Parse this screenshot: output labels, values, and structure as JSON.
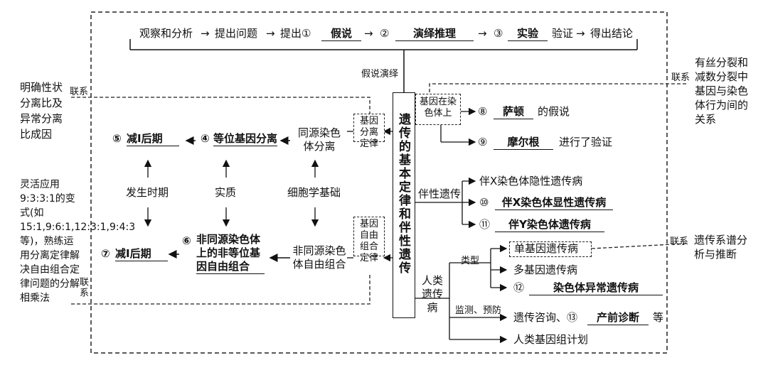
{
  "top_flow": {
    "step1": "观察和分析",
    "arrow": "→",
    "step2": "提出问题",
    "step3": "提出①",
    "blank1": "假说",
    "step4": "②",
    "blank2": "演绎推理",
    "step5": "③",
    "blank3": "实验",
    "step6": "验证",
    "step7": "得出结论"
  },
  "method_label": "假说演绎",
  "center_title": "遗传的基本定律和伴性遗传",
  "left_boxes": {
    "separation_law": "基因分离定律",
    "free_combination_law": "基因自由组合定律"
  },
  "separation": {
    "cell_basis": "同源染色体分离",
    "essence_num": "④",
    "essence": "等位基因分离",
    "period_num": "⑤",
    "period": "减Ⅰ后期"
  },
  "free_combination": {
    "cell_basis": "非同源染色体自由组合",
    "essence_num": "⑥",
    "essence": "非同源染色体上的非等位基因自由组合",
    "period_num": "⑦",
    "period": "减Ⅰ后期"
  },
  "mid_labels": {
    "timing": "发生时期",
    "essence": "实质",
    "cell_basis": "细胞学基础"
  },
  "left_notes": {
    "note1": "明确性状分离比及异常分离比成因",
    "note1_link": "联系",
    "note2": "灵活应用9:3:3:1的变式(如15:1,9:6:1,12:3:1,9:4:3等)，熟练运用分离定律解决自由组合定律问题的分解相乘法",
    "note2_link": "联系"
  },
  "gene_on_chromosome": {
    "box": "基因在染色体上",
    "num8": "⑧",
    "person1": "萨顿",
    "text8": "的假说",
    "num9": "⑨",
    "person2": "摩尔根",
    "text9": "进行了验证"
  },
  "right_notes": {
    "note1_link": "联系",
    "note1": "有丝分裂和减数分裂中基因与染色体行为间的关系",
    "note2_link": "联系",
    "note2": "遗传系谱分析与推断"
  },
  "sex_linked": {
    "label": "伴性遗传",
    "item1": "伴X染色体隐性遗传病",
    "num10": "⑩",
    "item2": "伴X染色体显性遗传病",
    "num11": "⑪",
    "item3": "伴Y染色体遗传病"
  },
  "human_disease": {
    "label": "人类遗传病",
    "type_label": "类型",
    "type1": "单基因遗传病",
    "type2": "多基因遗传病",
    "num12": "⑫",
    "type3": "染色体异常遗传病",
    "monitor_label": "监测、预防",
    "monitor1": "遗传咨询、⑬",
    "monitor1_blank": "产前诊断",
    "monitor1_tail": "等",
    "project": "人类基因组计划"
  }
}
